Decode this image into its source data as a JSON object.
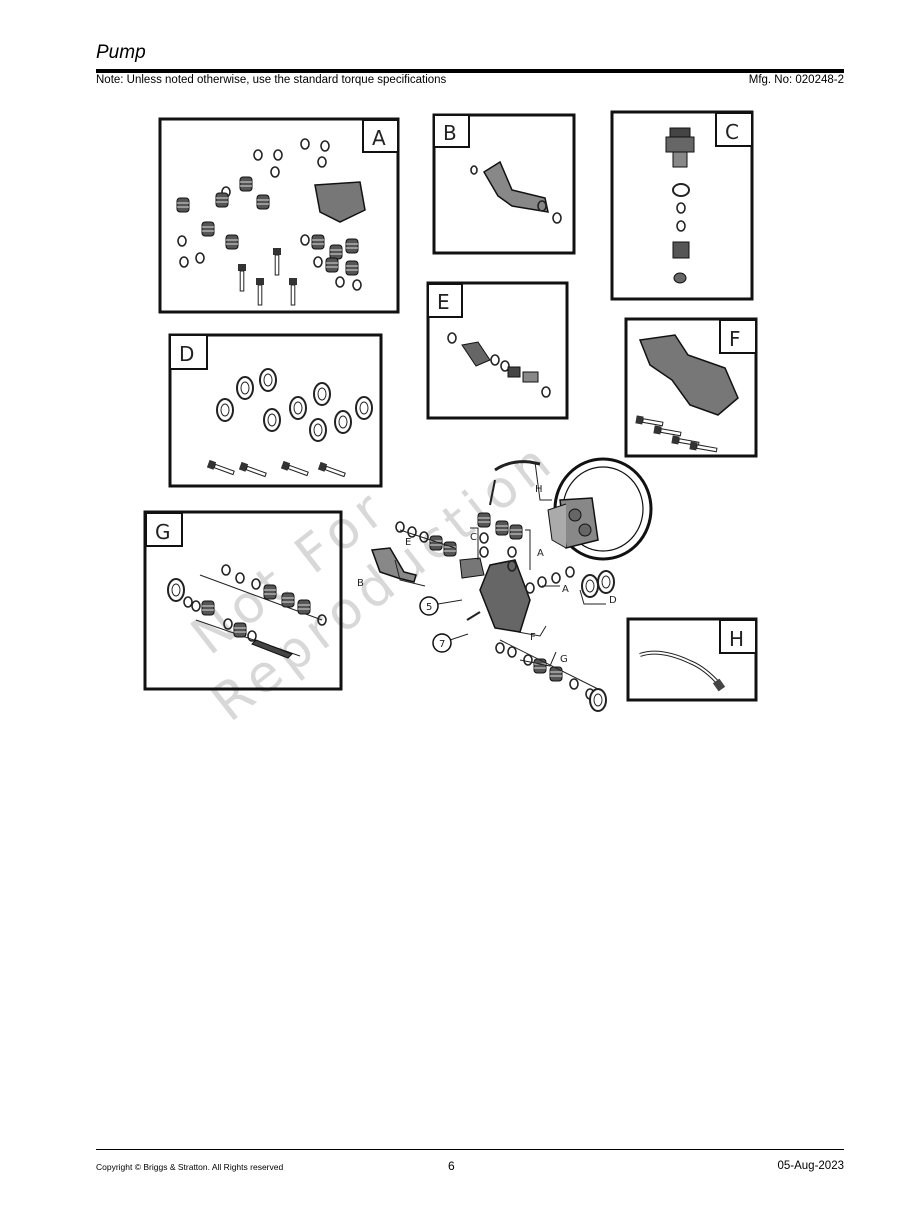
{
  "header": {
    "title": "Pump",
    "note": "Note: Unless noted otherwise, use the standard torque specifications",
    "mfg": "Mfg. No: 020248-2"
  },
  "diagram": {
    "panels": [
      {
        "label": "A"
      },
      {
        "label": "B"
      },
      {
        "label": "C"
      },
      {
        "label": "D"
      },
      {
        "label": "E"
      },
      {
        "label": "F"
      },
      {
        "label": "G"
      },
      {
        "label": "H"
      }
    ],
    "callouts": [
      "5",
      "7"
    ],
    "leader_labels": [
      "A",
      "A",
      "B",
      "C",
      "D",
      "E",
      "F",
      "G",
      "H"
    ],
    "watermark": [
      "Not For",
      "Reproduction"
    ]
  },
  "footer": {
    "copyright": "Copyright ©  Briggs & Stratton. All Rights reserved",
    "page": "6",
    "date": "05-Aug-2023"
  }
}
